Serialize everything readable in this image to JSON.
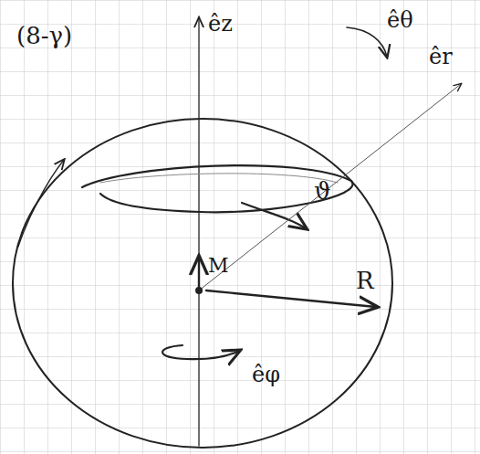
{
  "diagram": {
    "labels": [
      "(8-γ)",
      "êz",
      "êθ",
      "êr",
      "ϑ",
      "M",
      "R",
      "êφ"
    ]
  }
}
